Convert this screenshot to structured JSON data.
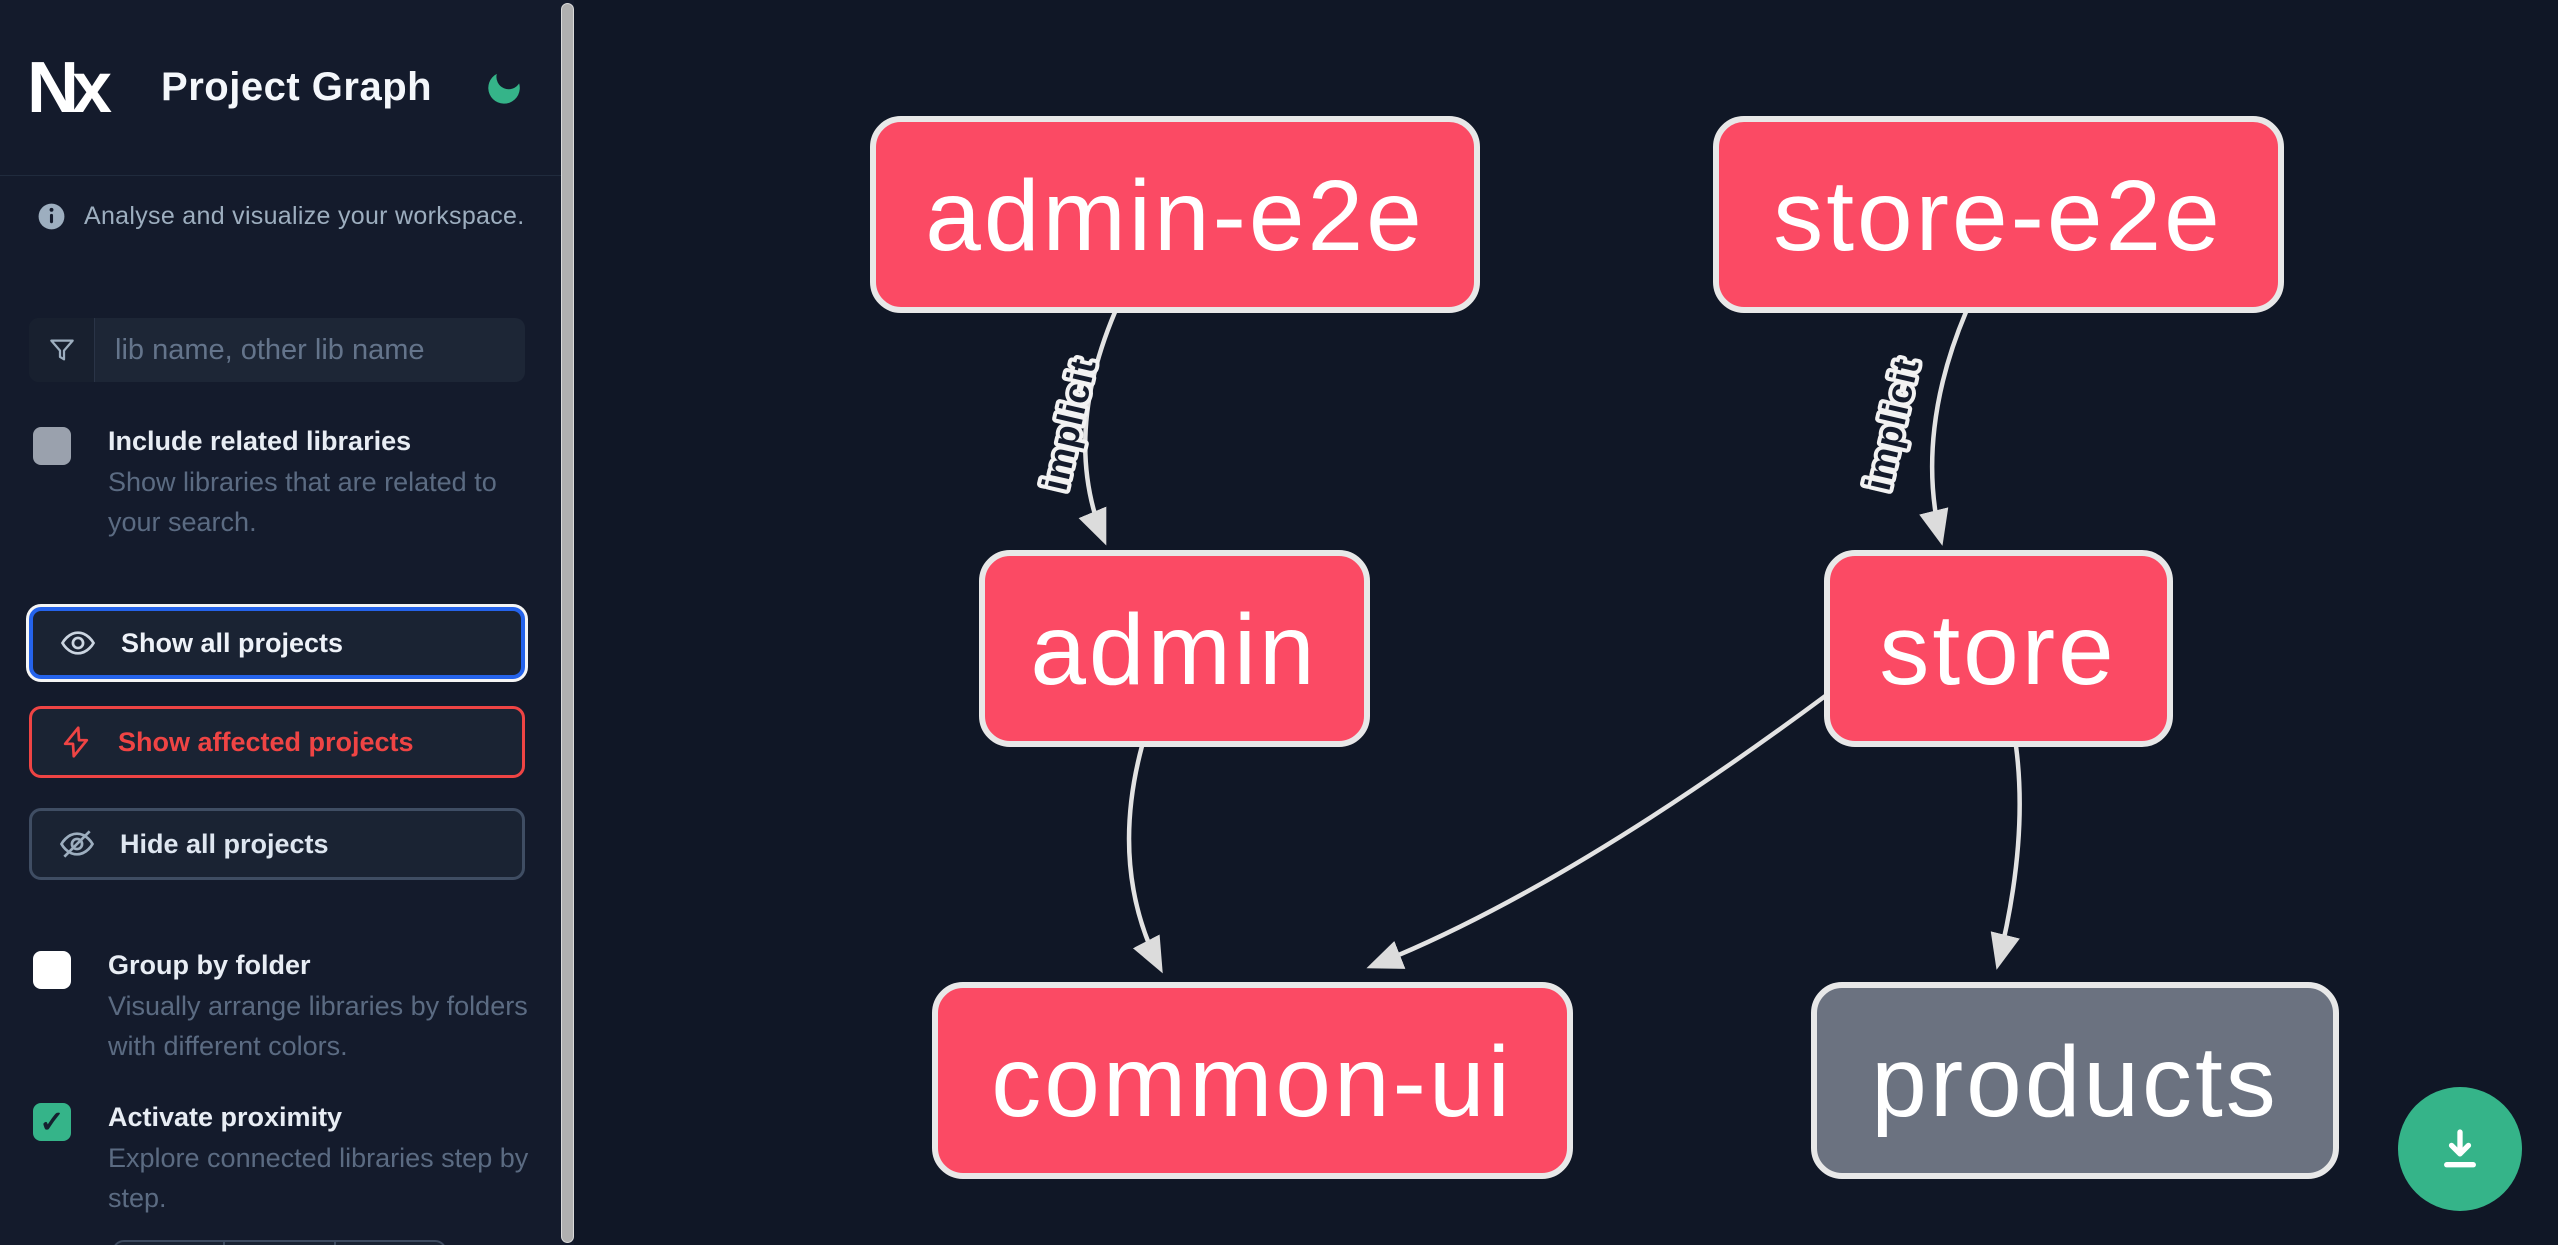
{
  "header": {
    "logo_text": "Nx",
    "title": "Project Graph",
    "theme_icon": "moon-icon"
  },
  "sidebar": {
    "info_text": "Analyse and visualize your workspace.",
    "search": {
      "placeholder": "lib name, other lib name",
      "icon": "funnel-icon"
    },
    "checkboxes": [
      {
        "label": "Include related libraries",
        "description": "Show libraries that are related to your search.",
        "checked": false
      },
      {
        "label": "Group by folder",
        "description": "Visually arrange libraries by folders with different colors.",
        "checked": false
      },
      {
        "label": "Activate proximity",
        "description": "Explore connected libraries step by step.",
        "checked": true,
        "checkmark": "✓"
      }
    ],
    "buttons": [
      {
        "label": "Show all projects",
        "icon": "eye-icon",
        "state": "focused"
      },
      {
        "label": "Show affected projects",
        "icon": "bolt-icon",
        "state": "default"
      },
      {
        "label": "Hide all projects",
        "icon": "eye-slash-icon",
        "state": "default"
      }
    ]
  },
  "graph": {
    "nodes": [
      {
        "id": "admin-e2e",
        "label": "admin-e2e",
        "style": "affected"
      },
      {
        "id": "store-e2e",
        "label": "store-e2e",
        "style": "affected"
      },
      {
        "id": "admin",
        "label": "admin",
        "style": "affected"
      },
      {
        "id": "store",
        "label": "store",
        "style": "affected"
      },
      {
        "id": "common-ui",
        "label": "common-ui",
        "style": "affected"
      },
      {
        "id": "products",
        "label": "products",
        "style": "normal"
      }
    ],
    "edges": [
      {
        "source": "admin-e2e",
        "target": "admin",
        "label": "implicit"
      },
      {
        "source": "store-e2e",
        "target": "store",
        "label": "implicit"
      },
      {
        "source": "admin",
        "target": "common-ui",
        "label": ""
      },
      {
        "source": "store",
        "target": "common-ui",
        "label": ""
      },
      {
        "source": "store",
        "target": "products",
        "label": ""
      }
    ]
  },
  "fab": {
    "action": "download-image",
    "icon": "download-icon"
  },
  "colors": {
    "node_affected": "#fb4a64",
    "node_normal": "#6b7280",
    "edge": "#e3e3e3",
    "accent_blue": "#2563eb",
    "accent_red": "#ef4444",
    "accent_green": "#35b489",
    "sidebar_bg": "#141b2c",
    "canvas_bg": "#101726"
  }
}
